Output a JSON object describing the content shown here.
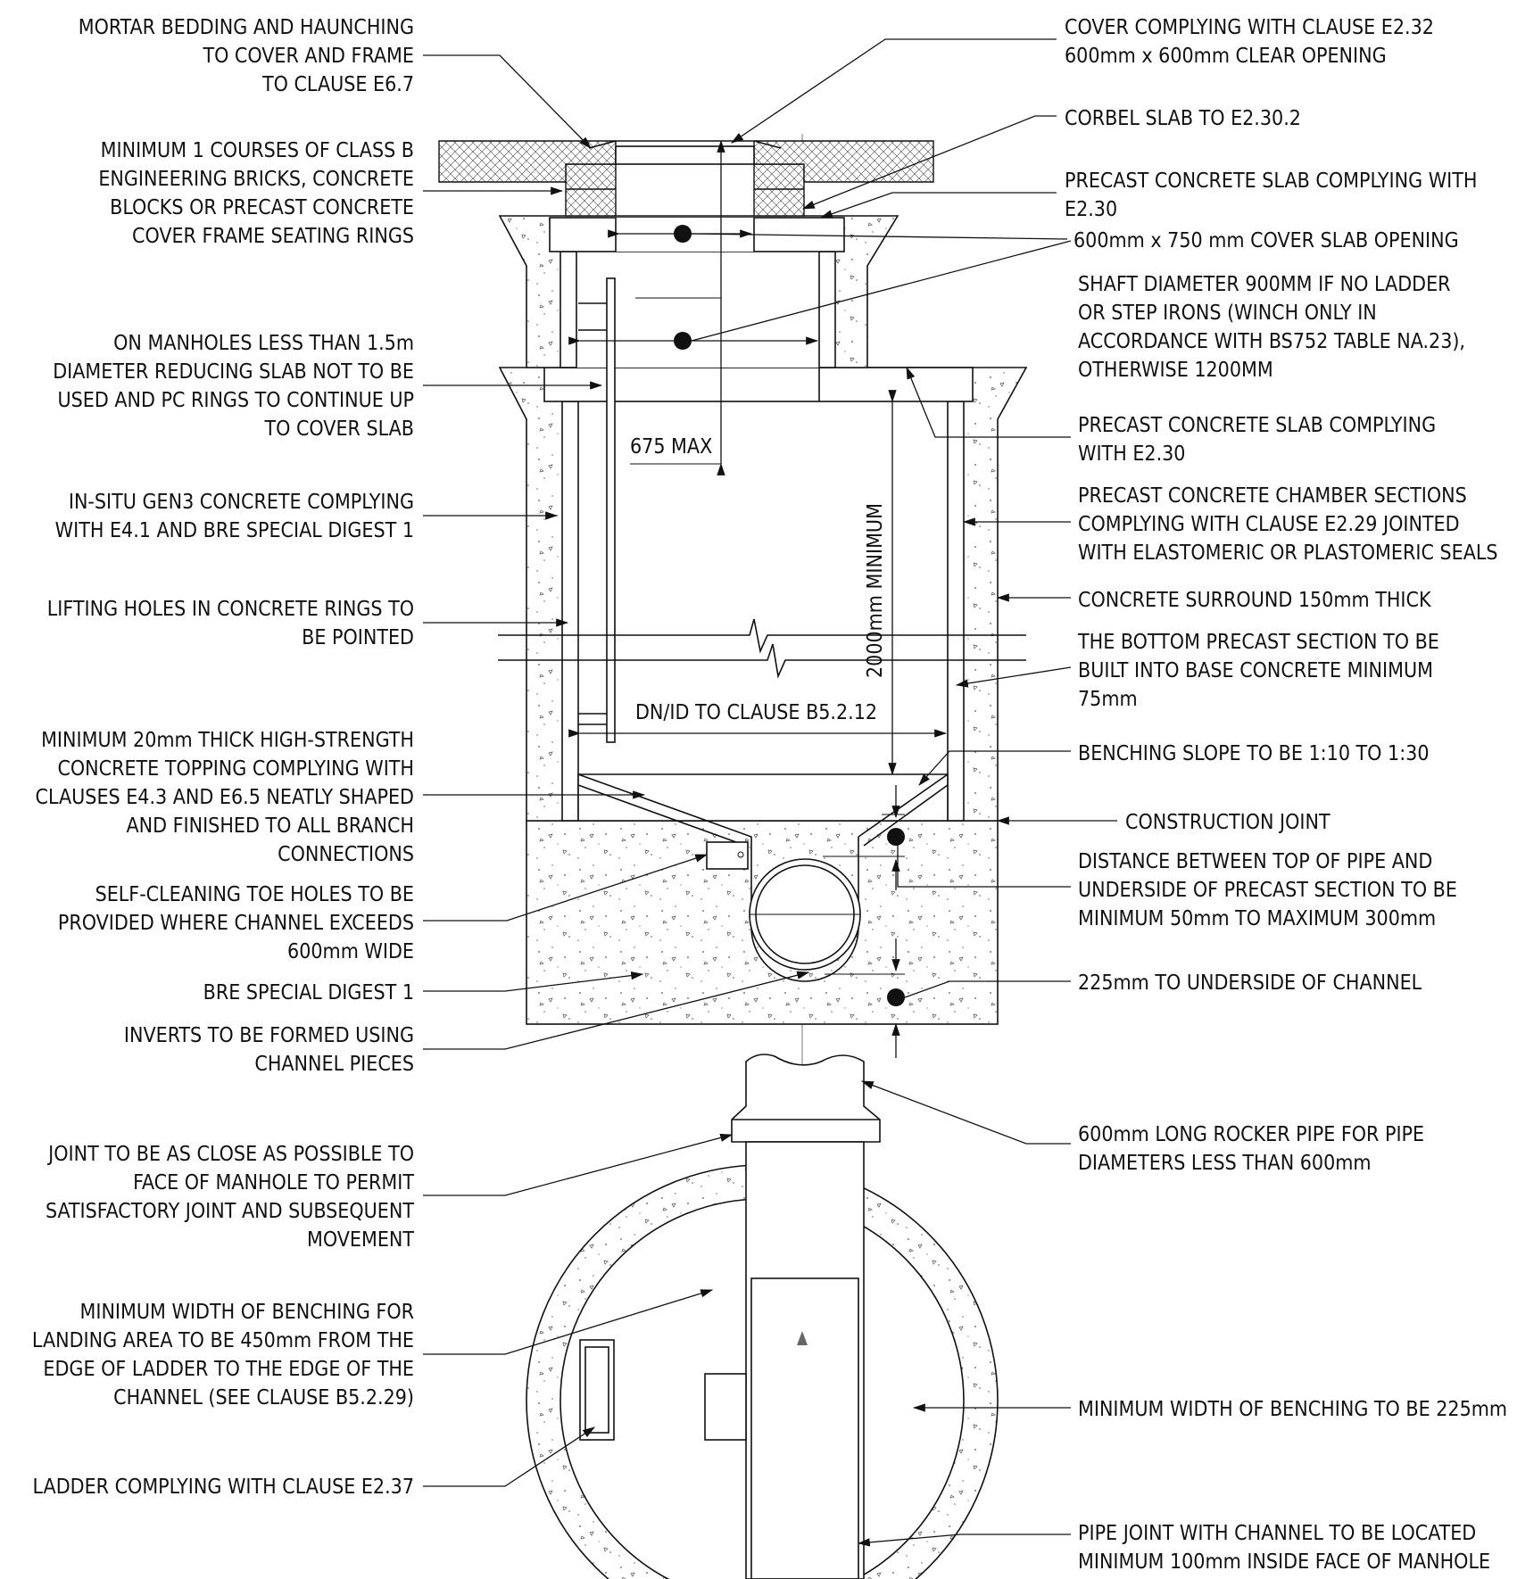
{
  "labels_left": [
    {
      "lines": [
        "MORTAR BEDDING AND HAUNCHING",
        "TO COVER AND FRAME",
        "TO CLAUSE E6.7"
      ]
    },
    {
      "lines": [
        "MINIMUM 1 COURSES OF CLASS B",
        "ENGINEERING BRICKS, CONCRETE",
        "BLOCKS OR PRECAST CONCRETE",
        "COVER FRAME SEATING RINGS"
      ]
    },
    {
      "lines": [
        "ON MANHOLES LESS THAN 1.5m",
        "DIAMETER REDUCING SLAB NOT TO BE",
        "USED AND PC RINGS TO CONTINUE UP",
        "TO COVER SLAB"
      ]
    },
    {
      "lines": [
        "IN-SITU GEN3 CONCRETE COMPLYING",
        "WITH E4.1 AND BRE SPECIAL DIGEST 1"
      ]
    },
    {
      "lines": [
        "LIFTING HOLES IN CONCRETE RINGS TO",
        "BE POINTED"
      ]
    },
    {
      "lines": [
        "MINIMUM 20mm THICK HIGH-STRENGTH",
        "CONCRETE TOPPING COMPLYING WITH",
        "CLAUSES E4.3 AND E6.5 NEATLY SHAPED",
        "AND FINISHED TO ALL BRANCH",
        "CONNECTIONS"
      ]
    },
    {
      "lines": [
        "SELF-CLEANING TOE HOLES TO BE",
        "PROVIDED WHERE CHANNEL EXCEEDS",
        "600mm WIDE"
      ]
    },
    {
      "lines": [
        "BRE SPECIAL DIGEST 1"
      ]
    },
    {
      "lines": [
        "INVERTS TO BE FORMED USING",
        "CHANNEL PIECES"
      ]
    },
    {
      "lines": [
        "JOINT TO BE AS CLOSE AS POSSIBLE TO",
        "FACE OF MANHOLE TO  PERMIT",
        "SATISFACTORY JOINT AND SUBSEQUENT",
        "MOVEMENT"
      ]
    },
    {
      "lines": [
        "MINIMUM WIDTH OF BENCHING FOR",
        "LANDING AREA TO BE 450mm FROM THE",
        "EDGE OF LADDER TO THE EDGE OF THE",
        "CHANNEL (SEE CLAUSE B5.2.29)"
      ]
    },
    {
      "lines": [
        "LADDER COMPLYING WITH CLAUSE E2.37"
      ]
    }
  ],
  "labels_right": [
    {
      "lines": [
        "COVER COMPLYING WITH CLAUSE E2.32",
        "600mm x 600mm CLEAR OPENING"
      ]
    },
    {
      "lines": [
        "CORBEL SLAB TO E2.30.2"
      ]
    },
    {
      "lines": [
        "PRECAST CONCRETE SLAB COMPLYING WITH",
        "E2.30"
      ]
    },
    {
      "lines": [
        "600mm x 750 mm COVER SLAB OPENING"
      ]
    },
    {
      "lines": [
        "SHAFT DIAMETER 900MM IF NO LADDER",
        "OR STEP IRONS (WINCH ONLY IN",
        "ACCORDANCE WITH BS752 TABLE NA.23),",
        "OTHERWISE 1200MM"
      ]
    },
    {
      "lines": [
        "PRECAST CONCRETE SLAB COMPLYING",
        "WITH E2.30"
      ]
    },
    {
      "lines": [
        "PRECAST CONCRETE CHAMBER SECTIONS",
        "COMPLYING WITH CLAUSE E2.29 JOINTED",
        "WITH ELASTOMERIC OR PLASTOMERIC SEALS"
      ]
    },
    {
      "lines": [
        "CONCRETE SURROUND 150mm THICK"
      ]
    },
    {
      "lines": [
        "THE BOTTOM PRECAST SECTION TO BE",
        "BUILT INTO BASE CONCRETE MINIMUM",
        "75mm"
      ]
    },
    {
      "lines": [
        "BENCHING SLOPE TO BE 1:10 TO 1:30"
      ]
    },
    {
      "lines": [
        "CONSTRUCTION JOINT"
      ]
    },
    {
      "lines": [
        "DISTANCE BETWEEN TOP OF PIPE AND",
        "UNDERSIDE OF PRECAST SECTION TO BE",
        "MINIMUM 50mm  TO MAXIMUM 300mm"
      ]
    },
    {
      "lines": [
        "225mm TO UNDERSIDE OF CHANNEL"
      ]
    },
    {
      "lines": [
        "600mm LONG ROCKER PIPE FOR PIPE",
        "DIAMETERS LESS THAN 600mm"
      ]
    },
    {
      "lines": [
        "MINIMUM WIDTH OF BENCHING TO BE 225mm"
      ]
    },
    {
      "lines": [
        "PIPE JOINT WITH CHANNEL TO BE  LOCATED",
        "MINIMUM 100mm INSIDE FACE OF MANHOLE"
      ]
    }
  ],
  "dimensions": {
    "max_675": "675 MAX",
    "min_2000": "2000mm MINIMUM",
    "dn_id": "DN/ID TO CLAUSE B5.2.12"
  }
}
